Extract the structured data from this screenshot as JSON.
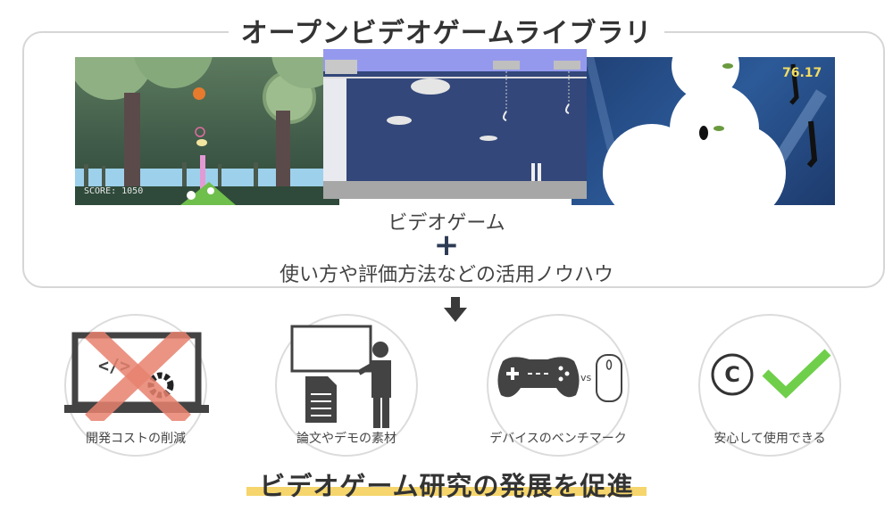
{
  "header": {
    "title": "オープンビデオゲームライブラリ"
  },
  "thumbnails": [
    {
      "name": "forest-shooter-game",
      "score_label": "SCORE: 1050"
    },
    {
      "name": "pixel-fishing-game"
    },
    {
      "name": "penguin-ocean-game",
      "timer": "76.17"
    }
  ],
  "composition": {
    "line1": "ビデオゲーム",
    "plus": "+",
    "line2": "使い方や評価方法などの活用ノウハウ"
  },
  "benefits": [
    {
      "label": "開発コストの削減",
      "icon": "laptop-crossed-icon"
    },
    {
      "label": "論文やデモの素材",
      "icon": "presenter-document-icon"
    },
    {
      "label": "デバイスのベンチマーク",
      "icon": "gamepad-vs-mouse-icon",
      "vs": "vs"
    },
    {
      "label": "安心して使用できる",
      "icon": "copyright-check-icon"
    }
  ],
  "conclusion": {
    "text": "ビデオゲーム研究の発展を促進"
  },
  "colors": {
    "border": "#d6d6d6",
    "icon_dark": "#404040",
    "cross_red": "#e8826f",
    "check_green": "#6fcf4b",
    "highlight_yellow": "#f5d56c",
    "plus_navy": "#2d3b55"
  }
}
